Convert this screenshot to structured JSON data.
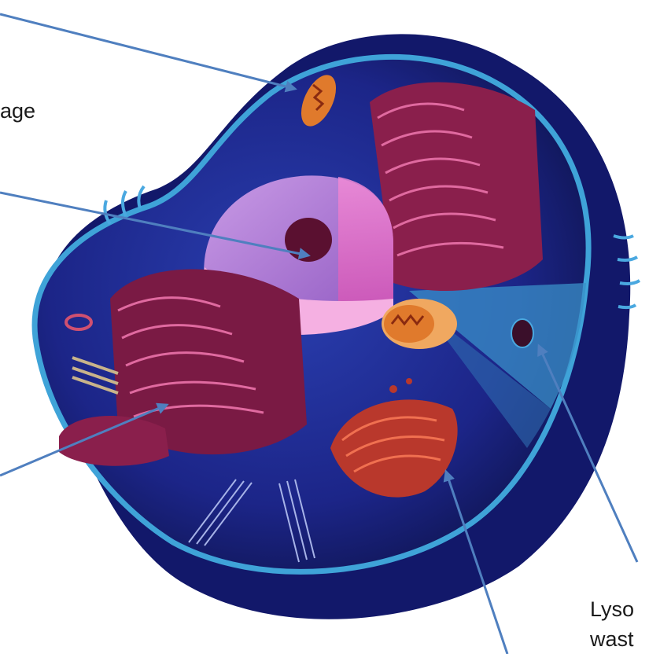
{
  "labels": {
    "storage_fragment": "age",
    "lysosome_line1": "Lyso",
    "lysosome_line2": "wast"
  },
  "colors": {
    "cytoplasm": "#1e2a8e",
    "membrane": "#3fa3d8",
    "rough_er": "#8a1f4c",
    "nucleus": "#b27bd6",
    "mitochondria": "#e07a2c",
    "golgi": "#b9382c",
    "pointer": "#4f7fbf"
  },
  "icons": [
    "cell-diagram",
    "arrow-pointer"
  ]
}
